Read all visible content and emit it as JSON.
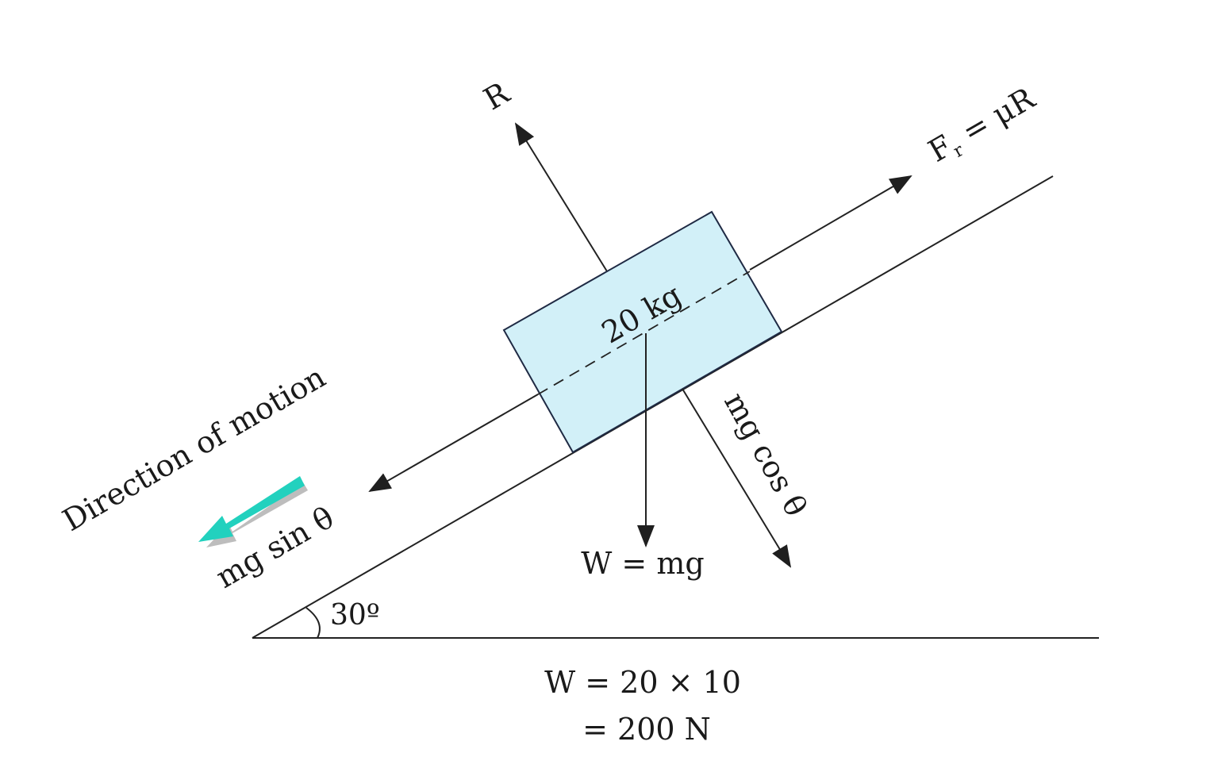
{
  "block": {
    "mass_label": "20 kg",
    "fill": "#d2f0f8",
    "stroke": "#1f2a44"
  },
  "forces": {
    "normal": "R",
    "friction_main": "F",
    "friction_sub": "r",
    "friction_rest": " = μR",
    "weight": "W = mg",
    "perpendicular": "mg cos θ",
    "parallel": "mg sin  θ"
  },
  "motion": {
    "label": "Direction of motion",
    "arrow_color": "#22d1be"
  },
  "angle": {
    "label": "30º"
  },
  "calc": {
    "line1": "W = 20 × 10",
    "line2": "= 200 N"
  }
}
